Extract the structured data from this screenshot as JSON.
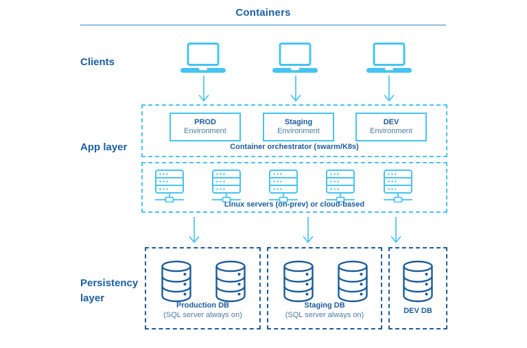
{
  "title": "Containers",
  "colors": {
    "light_blue": "#45c4f1",
    "navy_text": "#1c5c9c",
    "navy_icon": "#1d5c99",
    "secondary_text": "#4d79a4",
    "rule_line": "#2f7db5"
  },
  "clients": {
    "label": "Clients",
    "laptop_count": 3
  },
  "app_layer": {
    "label": "App layer",
    "environments": [
      {
        "name": "PROD",
        "sub": "Environment"
      },
      {
        "name": "Staging",
        "sub": "Environment"
      },
      {
        "name": "DEV",
        "sub": "Environment"
      }
    ],
    "orchestrator_caption": "Container orchestrator (swarm/K8s)",
    "servers_caption": "Linux servers (on-prev) or cloud-based",
    "server_count": 5
  },
  "persistency": {
    "label_line1": "Persistency",
    "label_line2": "layer",
    "groups": [
      {
        "name": "Production DB",
        "sub": "(SQL server always on)",
        "db_count": 2
      },
      {
        "name": "Staging DB",
        "sub": "(SQL server always on)",
        "db_count": 2
      },
      {
        "name": "DEV DB",
        "sub": "",
        "db_count": 1
      }
    ]
  }
}
